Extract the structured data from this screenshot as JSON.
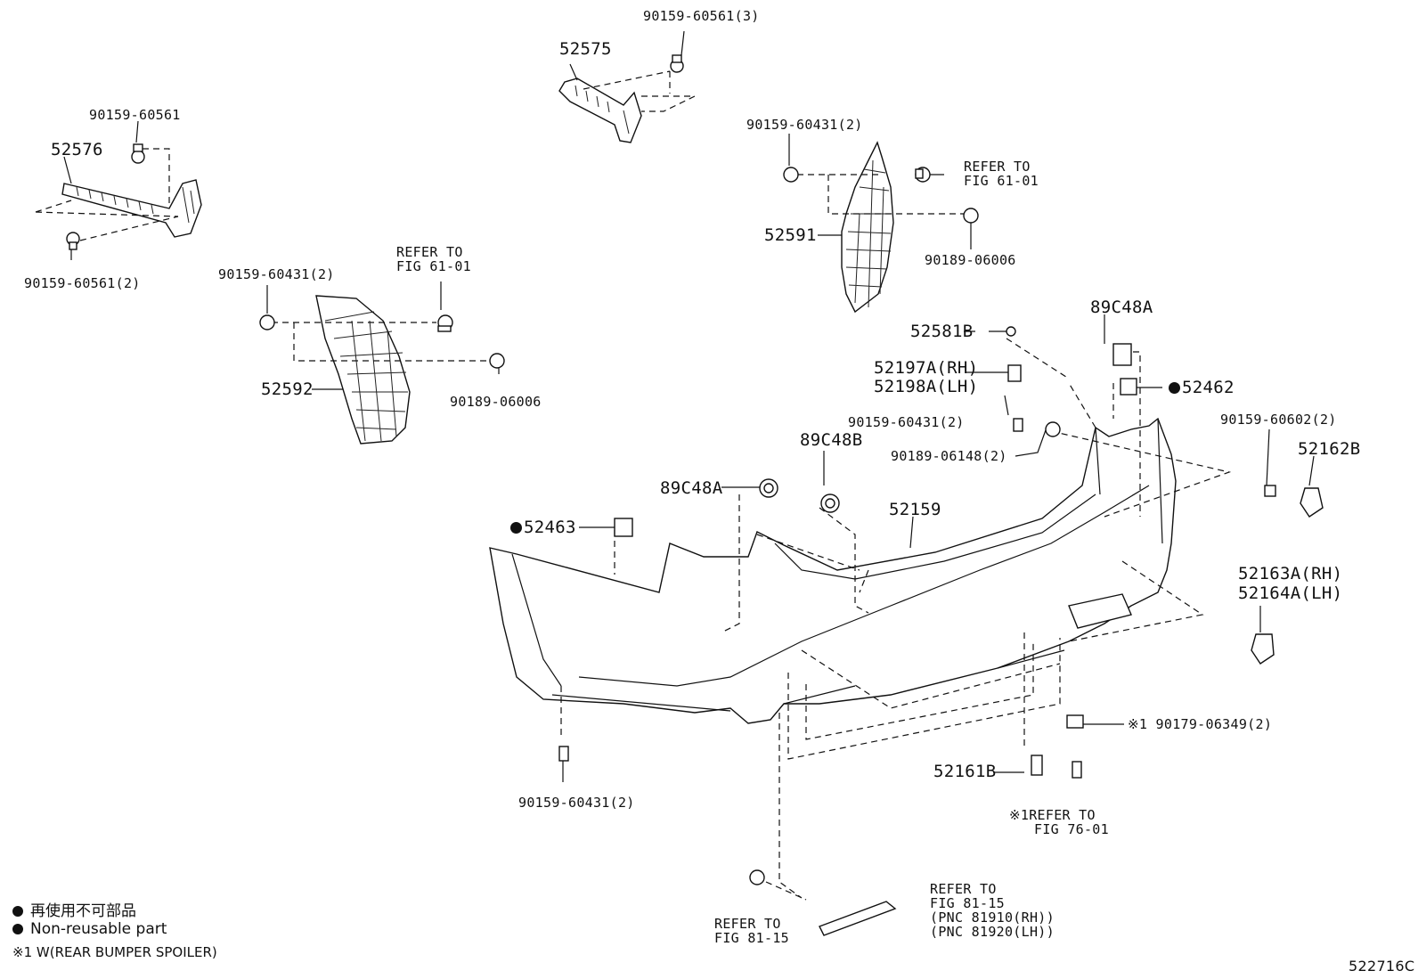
{
  "figure_id": "522716C",
  "parts": {
    "p52575": "52575",
    "p52576": "52576",
    "p52591": "52591",
    "p52592": "52592",
    "p52581b": "52581B",
    "p52197a": "52197A(RH)",
    "p52198a": "52198A(LH)",
    "p89c48a_top": "89C48A",
    "p52462": "52462",
    "p52162b": "52162B",
    "p89c48b": "89C48B",
    "p89c48a_left": "89C48A",
    "p52463": "52463",
    "p52159": "52159",
    "p52163a": "52163A(RH)",
    "p52164a": "52164A(LH)",
    "p52161b": "52161B"
  },
  "fasteners": {
    "f_60561_3": "90159-60561(3)",
    "f_60561": "90159-60561",
    "f_60561_2": "90159-60561(2)",
    "f_60431_2_right": "90159-60431(2)",
    "f_60431_2_left": "90159-60431(2)",
    "f_06006_right": "90189-06006",
    "f_06006_left": "90189-06006",
    "f_60431_2_center": "90159-60431(2)",
    "f_06148_2": "90189-06148(2)",
    "f_60602_2": "90159-60602(2)",
    "f_60431_2_bottom": "90159-60431(2)",
    "f_06349_2": "※1 90179-06349(2)"
  },
  "references": {
    "ref_61_01_right": "REFER TO\nFIG 61-01",
    "ref_61_01_left": "REFER TO\nFIG 61-01",
    "ref_76_01": "※1REFER TO\n   FIG 76-01",
    "ref_81_15_left": "REFER TO\nFIG 81-15",
    "ref_81_15_right": "REFER TO\nFIG 81-15\n(PNC 81910(RH))\n(PNC 81920(LH))"
  },
  "legend": {
    "line1": "再使用不可部品",
    "line2": "Non-reusable part",
    "line3": "※1 W(REAR BUMPER SPOILER)"
  },
  "colors": {
    "ink": "#111111",
    "background": "#ffffff"
  }
}
